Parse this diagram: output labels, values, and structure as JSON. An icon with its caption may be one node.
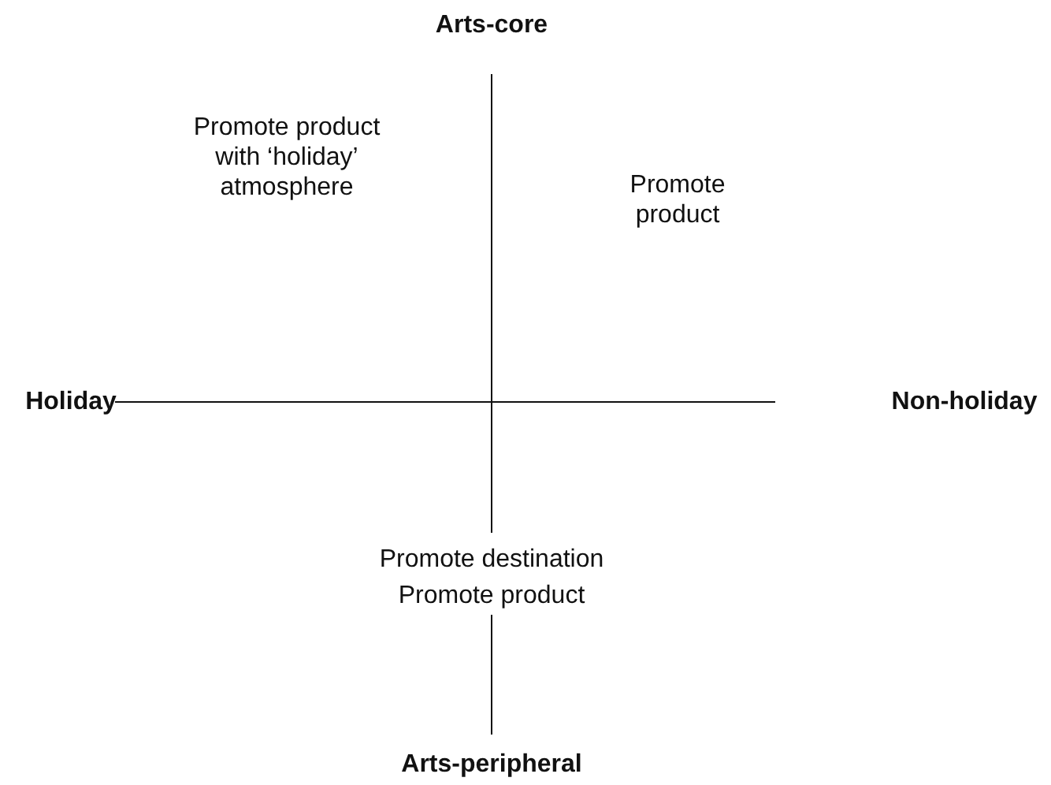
{
  "diagram": {
    "labels": [
      "Arts-core",
      "Promote product with ‘holiday’ atmosphere",
      "Promote product",
      "Holiday",
      "Non-holiday",
      "Promote destination",
      "Promote product",
      "Arts-peripheral"
    ]
  }
}
